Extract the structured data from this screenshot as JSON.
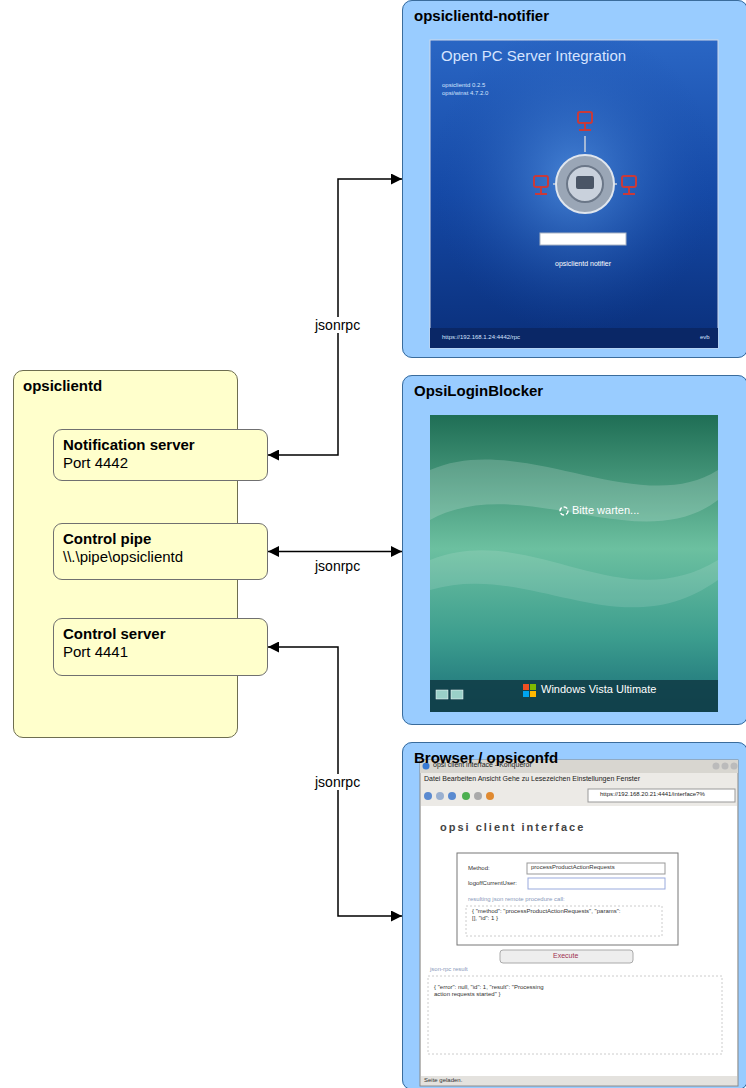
{
  "diagram": {
    "nodes": [
      {
        "text": [
          "opsiclientd"
        ]
      },
      {
        "text": [
          "Notification server",
          "Port 4442"
        ],
        "in": 0
      },
      {
        "text": [
          "Control pipe",
          "\\\\.\\pipe\\opsiclientd"
        ],
        "in": 0
      },
      {
        "text": [
          "Control server",
          "Port 4441"
        ],
        "in": 0
      },
      {
        "text": [
          "opsiclientd-notifier"
        ]
      },
      {
        "text": [
          "OpsiLoginBlocker"
        ]
      },
      {
        "text": [
          "Browser / opsiconfd"
        ]
      }
    ],
    "edges": [
      {
        "from": 1,
        "to": 4,
        "arrow": "both",
        "label": "jsonrpc"
      },
      {
        "from": 2,
        "to": 5,
        "arrow": "both",
        "label": "jsonrpc"
      },
      {
        "from": 3,
        "to": 6,
        "arrow": "both",
        "label": "jsonrpc"
      }
    ],
    "labels": [
      "Open PC Server Integration",
      "opsiclientd 0.2.5",
      "opsi/winst 4.7.2.0",
      "opsiclientd notifier",
      "https://192.168.1.24:4442/rpc",
      "evb",
      "Bitte warten...",
      "Windows Vista Ultimate",
      "opsi client interface - Konqueror",
      "Datei Bearbeiten Ansicht Gehe zu Lesezeichen Einstellungen Fenster",
      "https://192.168.20.21:4441/interface?%",
      "opsi client interface",
      "Method:",
      "processProductActionRequests",
      "logoffCurrentUser:",
      "resulting json remote procedure call:",
      "{ \"method\": \"processProductActionRequests\", \"params\": [], \"id\": 1 }",
      "Execute",
      "json-rpc result",
      "{ \"error\": null, \"id\": 1, \"result\": \"Processing action requests started\" }",
      "Seite geladen."
    ]
  }
}
